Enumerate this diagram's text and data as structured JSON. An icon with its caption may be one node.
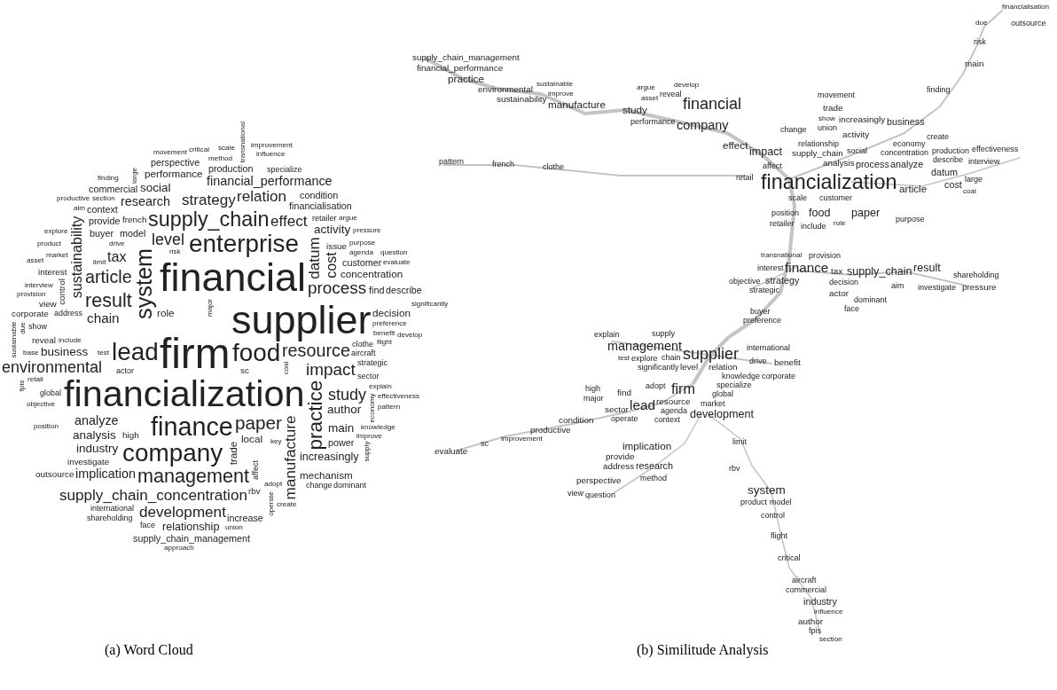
{
  "diagram": {
    "labels": [
      "transnational",
      "critical",
      "scale",
      "influence",
      "movement",
      "method",
      "improvement",
      "large",
      "performance",
      "production",
      "specialize",
      "finding",
      "section",
      "perspective",
      "financial_performance",
      "productive",
      "commercial",
      "context",
      "aim",
      "social",
      "strategy",
      "financialisation",
      "provide",
      "research",
      "french",
      "relation",
      "condition",
      "argue",
      "sustainability",
      "explore",
      "buyer",
      "model",
      "supply_chain",
      "effect",
      "retailer",
      "pressure",
      "product",
      "drive",
      "activity",
      "purpose",
      "system",
      "level",
      "enterprise",
      "market",
      "asset",
      "limit",
      "tax",
      "risk",
      "major",
      "issue",
      "agenda",
      "evaluate",
      "interest",
      "customer",
      "question",
      "control",
      "article",
      "datum",
      "cost",
      "financial",
      "interview",
      "address",
      "find",
      "describe",
      "provision",
      "result",
      "concentration",
      "view",
      "supplier",
      "process",
      "significantly",
      "corporate",
      "chain",
      "role",
      "decision",
      "show",
      "preference",
      "sustainable",
      "due",
      "financialization",
      "benefit",
      "flight",
      "reveal",
      "clothe",
      "develop",
      "base",
      "include",
      "test",
      "lead",
      "firm",
      "food",
      "resource",
      "aircraft",
      "retail",
      "business",
      "strategic",
      "fpis",
      "environmental",
      "finance",
      "study",
      "coal",
      "impact",
      "sector",
      "explain",
      "global",
      "analyze",
      "actor",
      "company",
      "sc",
      "local",
      "author",
      "economy",
      "effectiveness",
      "objective",
      "practice",
      "paper",
      "pattern",
      "main",
      "key",
      "knowledge",
      "analysis",
      "position",
      "power",
      "improve",
      "industry",
      "management",
      "manufacture",
      "supply",
      "supply_chain_concentration",
      "increasingly",
      "trade",
      "change",
      "affect",
      "investigate",
      "high",
      "development",
      "dominant",
      "outsource",
      "implication",
      "mechanism",
      "operate",
      "international",
      "relationship",
      "rbv",
      "adopt",
      "shareholding",
      "face",
      "increase",
      "create",
      "supply_chain_management",
      "approach",
      "union",
      "supply_chain_management",
      "financial_performance",
      "practice",
      "environmental",
      "sustainability",
      "sustainable",
      "improve",
      "manufacture",
      "argue",
      "asset",
      "reveal",
      "develop",
      "financial",
      "study",
      "performance",
      "company",
      "movement",
      "trade",
      "finding",
      "main",
      "financialisation",
      "due",
      "outsource",
      "risk",
      "change",
      "union",
      "increasingly",
      "business",
      "activity",
      "show",
      "create",
      "effect",
      "impact",
      "supply_chain",
      "economy",
      "social",
      "concentration",
      "analysis",
      "process",
      "describe",
      "analyze",
      "production",
      "effectiveness",
      "interview",
      "datum",
      "affect",
      "relationship",
      "pattern",
      "french",
      "clothe",
      "retail",
      "financialization",
      "article",
      "cost",
      "large",
      "coal",
      "scale",
      "customer",
      "position",
      "food",
      "role",
      "paper",
      "purpose",
      "retailer",
      "include",
      "transnational",
      "provision",
      "interest",
      "finance",
      "strategy",
      "tax",
      "supply_chain",
      "result",
      "shareholding",
      "objective",
      "strategic",
      "decision",
      "aim",
      "investigate",
      "pressure",
      "actor",
      "dominant",
      "face",
      "buyer",
      "preference",
      "explain",
      "management",
      "supply",
      "test",
      "chain",
      "significantly",
      "supplier",
      "international",
      "explore",
      "level",
      "relation",
      "drive",
      "knowledge",
      "benefit",
      "specialize",
      "corporate",
      "high",
      "major",
      "find",
      "adopt",
      "resource",
      "firm",
      "global",
      "lead",
      "agenda",
      "market",
      "sector",
      "operate",
      "context",
      "development",
      "condition",
      "productive",
      "improvement",
      "sc",
      "evaluate",
      "implication",
      "limit",
      "provide",
      "address",
      "research",
      "method",
      "perspective",
      "view",
      "question",
      "rbv",
      "system",
      "product",
      "model",
      "control",
      "flight",
      "critical",
      "aircraft",
      "commercial",
      "industry",
      "influence",
      "author",
      "fpis",
      "section",
      "(a)  Word Cloud",
      "(b)  Similitude Analysis"
    ]
  }
}
